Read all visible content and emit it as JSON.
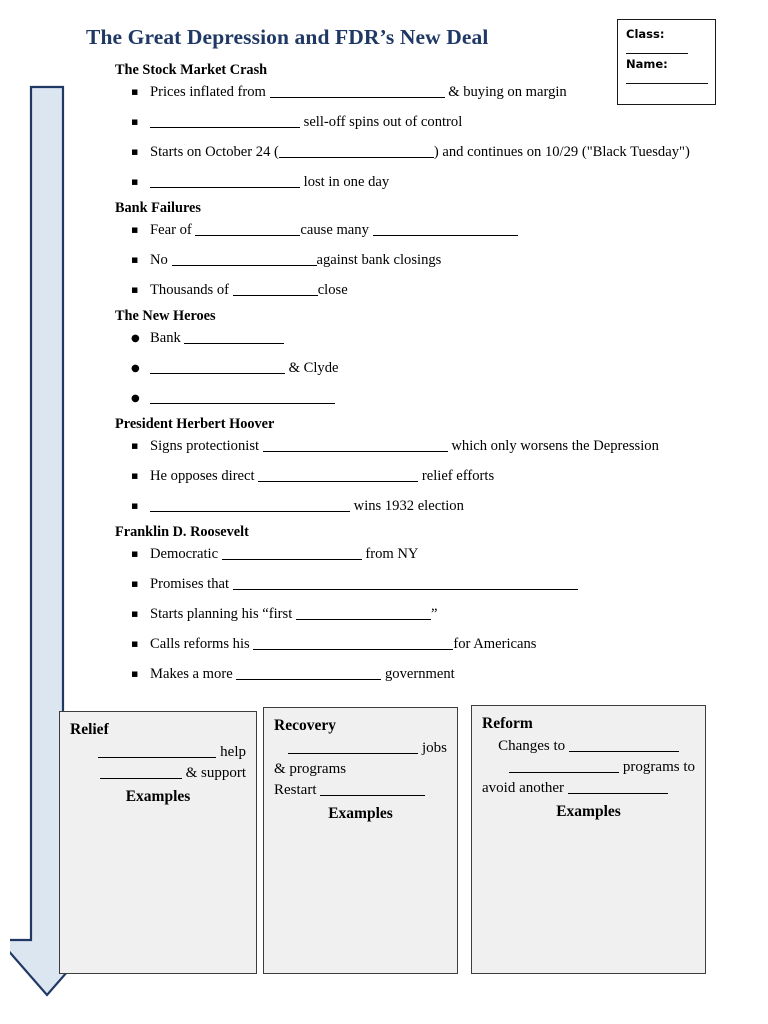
{
  "page": {
    "title": "The Great Depression and FDR’s New Deal",
    "title_color": "#1F3864",
    "background_color": "#FFFFFF"
  },
  "header_box": {
    "class_label": "Class:",
    "name_label": "Name:"
  },
  "arrow": {
    "icon": "down-arrow-icon",
    "fill_color": "#DCE6F1",
    "border_color": "#1F3864",
    "direction": "down"
  },
  "sections": [
    {
      "heading": "The Stock Market Crash",
      "bullet_style": "square",
      "items": [
        {
          "pre": "Prices inflated from ",
          "blank": 175,
          "post": " & buying on margin"
        },
        {
          "pre": "",
          "blank": 150,
          "post": " sell-off spins out of control"
        },
        {
          "pre": "Starts on October 24 (",
          "blank": 155,
          "post": ") and continues on 10/29 (\"Black Tuesday\")"
        },
        {
          "pre": "",
          "blank": 150,
          "post": " lost in one day"
        }
      ]
    },
    {
      "heading": "Bank Failures",
      "bullet_style": "square",
      "items": [
        {
          "pre": "Fear of ",
          "blank": 105,
          "post": "cause many ",
          "blank2": 145
        },
        {
          "pre": "No ",
          "blank": 145,
          "post": "against bank closings"
        },
        {
          "pre": "Thousands of ",
          "blank": 85,
          "post": "close"
        }
      ]
    },
    {
      "heading": "The New Heroes",
      "bullet_style": "round",
      "items": [
        {
          "pre": "Bank ",
          "blank": 100,
          "post": ""
        },
        {
          "pre": "",
          "blank": 135,
          "post": " & Clyde"
        },
        {
          "pre": "",
          "blank": 185,
          "post": ""
        }
      ]
    },
    {
      "heading": "President Herbert Hoover",
      "bullet_style": "square",
      "items": [
        {
          "pre": "Signs protectionist ",
          "blank": 185,
          "post": " which only worsens the Depression"
        },
        {
          "pre": "He opposes direct ",
          "blank": 160,
          "post": " relief efforts"
        },
        {
          "pre": "",
          "blank": 200,
          "post": " wins 1932 election"
        }
      ]
    },
    {
      "heading": "Franklin D. Roosevelt",
      "bullet_style": "square",
      "items": [
        {
          "pre": "Democratic ",
          "blank": 140,
          "post": " from NY"
        },
        {
          "pre": "Promises that ",
          "blank": 345,
          "post": ""
        },
        {
          "pre": "Starts planning his “first ",
          "blank": 135,
          "post": "”"
        },
        {
          "pre": "Calls reforms his ",
          "blank": 200,
          "post": "for Americans"
        },
        {
          "pre": "Makes a more ",
          "blank": 145,
          "post": " government"
        }
      ]
    }
  ],
  "boxes": [
    {
      "title": "Relief",
      "lines": [
        {
          "align": "right",
          "pre": "",
          "blank": 118,
          "post": " help"
        },
        {
          "align": "right",
          "pre": "",
          "blank": 82,
          "post": " & support"
        }
      ],
      "examples_label": "Examples"
    },
    {
      "title": "Recovery",
      "lines": [
        {
          "align": "right",
          "pre": "",
          "blank": 130,
          "post": " jobs"
        },
        {
          "align": "left",
          "pre": "& programs",
          "blank": 0,
          "post": ""
        },
        {
          "align": "left",
          "pre": "Restart ",
          "blank": 105,
          "post": ""
        }
      ],
      "examples_label": "Examples"
    },
    {
      "title": "Reform",
      "lines": [
        {
          "align": "center",
          "pre": "Changes to ",
          "blank": 110,
          "post": ""
        },
        {
          "align": "right",
          "pre": "",
          "blank": 110,
          "post": " programs to"
        },
        {
          "align": "left",
          "pre": "avoid another ",
          "blank": 100,
          "post": ""
        }
      ],
      "examples_label": "Examples"
    }
  ]
}
